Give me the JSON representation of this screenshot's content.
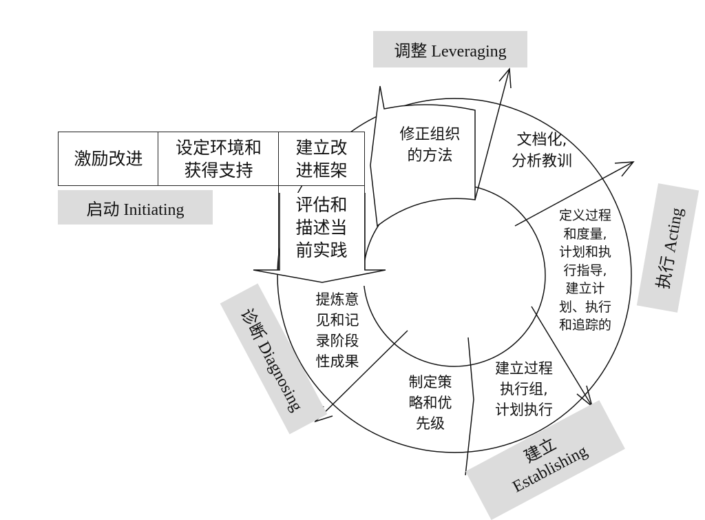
{
  "phases": {
    "initiating": "启动 Initiating",
    "diagnosing": "诊断 Diagnosing",
    "establishing_cn": "建立",
    "establishing_en": "Establishing",
    "acting": "执行 Acting",
    "leveraging": "调整 Leveraging"
  },
  "initiating_steps": {
    "motivate": "激励改进",
    "set_context": [
      "设定环境和",
      "获得支持"
    ],
    "build_framework": [
      "建立改",
      "进框架"
    ],
    "assess": [
      "评估和",
      "描述当",
      "前实践"
    ]
  },
  "cycle_steps": {
    "refine_method": [
      "修正组织",
      "的方法"
    ],
    "document": [
      "文档化,",
      "分析教训"
    ],
    "define": [
      "定义过程",
      "和度量,",
      "计划和执",
      "行指导,",
      "建立计",
      "划、执行",
      "和追踪的"
    ],
    "create_team": [
      "建立过程",
      "执行组,",
      "计划执行"
    ],
    "strategy": [
      "制定策",
      "略和优",
      "先级"
    ],
    "refine_findings": [
      "提炼意",
      "见和记",
      "录阶段",
      "性成果"
    ]
  }
}
